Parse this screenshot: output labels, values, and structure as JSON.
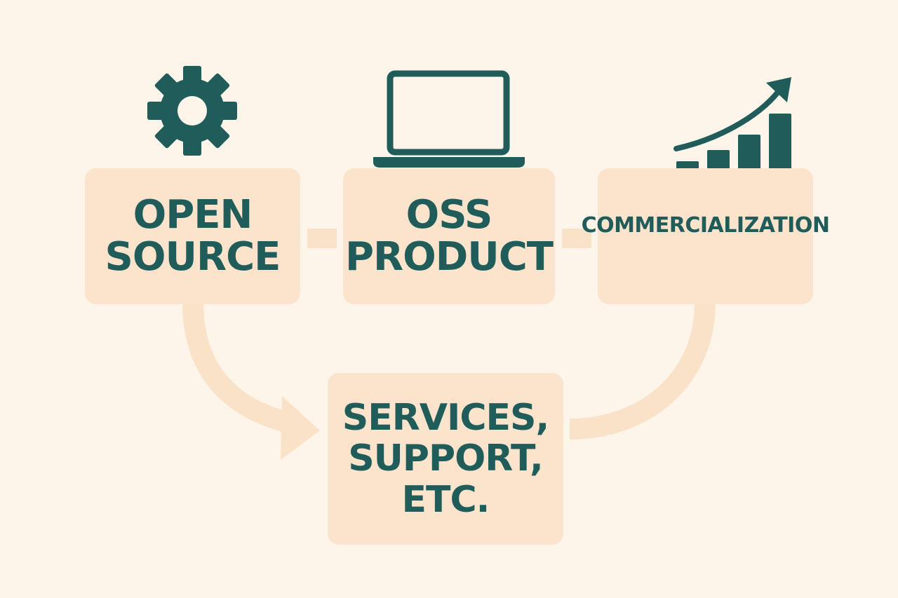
{
  "boxes": {
    "open_source": {
      "line1": "OPEN",
      "line2": "SOURCE"
    },
    "oss_product": {
      "line1": "OSS",
      "line2": "PRODUCT"
    },
    "commercialization": {
      "line1": "COMMERCIALIZATION"
    },
    "services": {
      "line1": "SERVICES,",
      "line2": "SUPPORT,",
      "line3": "ETC."
    }
  },
  "icons": {
    "open_source": "gear-icon",
    "oss_product": "laptop-icon",
    "commercialization": "growth-chart-icon"
  },
  "colors": {
    "background": "#fdf4ea",
    "box_fill": "#fbe4cb",
    "connector": "#fae2c8",
    "text_and_icons": "#1f5c5a"
  }
}
